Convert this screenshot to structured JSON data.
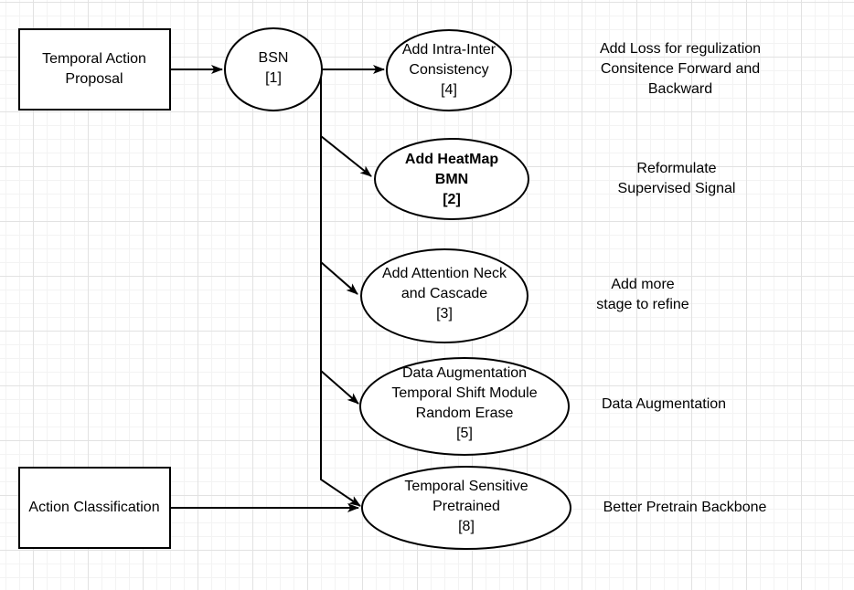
{
  "nodes": {
    "temporal_action_proposal": {
      "label": "Temporal Action\nProposal",
      "shape": "rectangle"
    },
    "bsn": {
      "label": "BSN\n[1]",
      "shape": "ellipse"
    },
    "add_intra_inter_consistency": {
      "label": "Add Intra-Inter\nConsistency\n[4]",
      "shape": "ellipse"
    },
    "add_heatmap_bmn": {
      "label": "Add HeatMap\nBMN\n[2]",
      "shape": "ellipse",
      "bold": true
    },
    "add_attention_neck_cascade": {
      "label": "Add Attention Neck\nand Cascade\n[3]",
      "shape": "ellipse"
    },
    "data_augmentation_tsm": {
      "label": "Data Augmentation\nTemporal Shift Module\nRandom Erase\n[5]",
      "shape": "ellipse"
    },
    "temporal_sensitive_pretrained": {
      "label": "Temporal Sensitive\nPretrained\n[8]",
      "shape": "ellipse"
    },
    "action_classification": {
      "label": "Action Classification",
      "shape": "rectangle"
    }
  },
  "annotations": {
    "loss_regularization": {
      "text": "Add Loss for regulization\nConsitence Forward and\nBackward"
    },
    "reformulate_signal": {
      "text": "Reformulate\nSupervised Signal"
    },
    "more_stages": {
      "text": "Add more\nstage to refine"
    },
    "data_augmentation": {
      "text": "Data Augmentation"
    },
    "better_backbone": {
      "text": "Better Pretrain Backbone"
    }
  },
  "colors": {
    "stroke": "#000000",
    "shape_fill": "#ffffff",
    "text": "#000000",
    "canvas": "#ffffff",
    "grid_minor": "#f3f3f3",
    "grid_major": "#e2e2e2"
  }
}
